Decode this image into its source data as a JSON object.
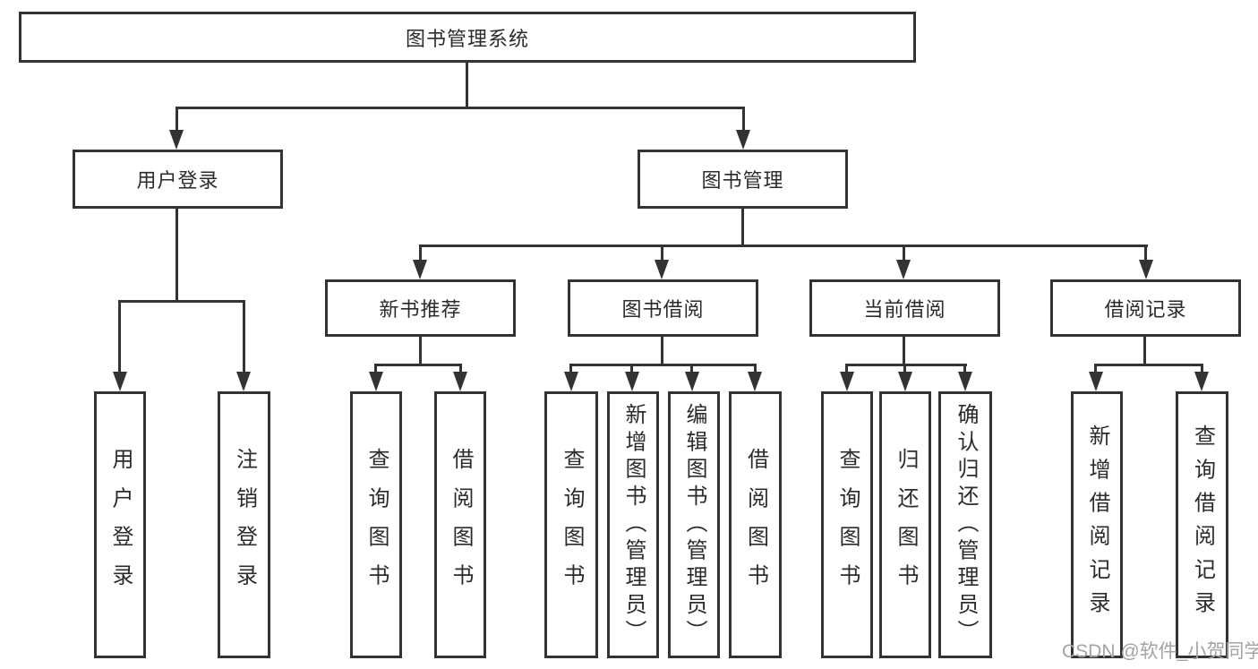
{
  "nodes": {
    "root": "图书管理系统",
    "level2": [
      {
        "label": "用户登录"
      },
      {
        "label": "图书管理"
      }
    ],
    "level3": [
      {
        "label": "新书推荐"
      },
      {
        "label": "图书借阅"
      },
      {
        "label": "当前借阅"
      },
      {
        "label": "借阅记录"
      }
    ],
    "login_children": [
      "用户登录",
      "注销登录"
    ],
    "recommend_children": [
      "查询图书",
      "借阅图书"
    ],
    "borrow_children": [
      "查询图书",
      "新增图书（管理员）",
      "编辑图书（管理员）",
      "借阅图书"
    ],
    "current_children": [
      "查询图书",
      "归还图书",
      "确认归还（管理员）"
    ],
    "records_children": [
      "新增借阅记录",
      "查询借阅记录"
    ]
  },
  "watermark": "CSDN @软件_小贺同学",
  "colors": {
    "line": "#333333",
    "text": "#2b2b2b",
    "watermark": "#a3a3a3",
    "background": "#ffffff"
  }
}
